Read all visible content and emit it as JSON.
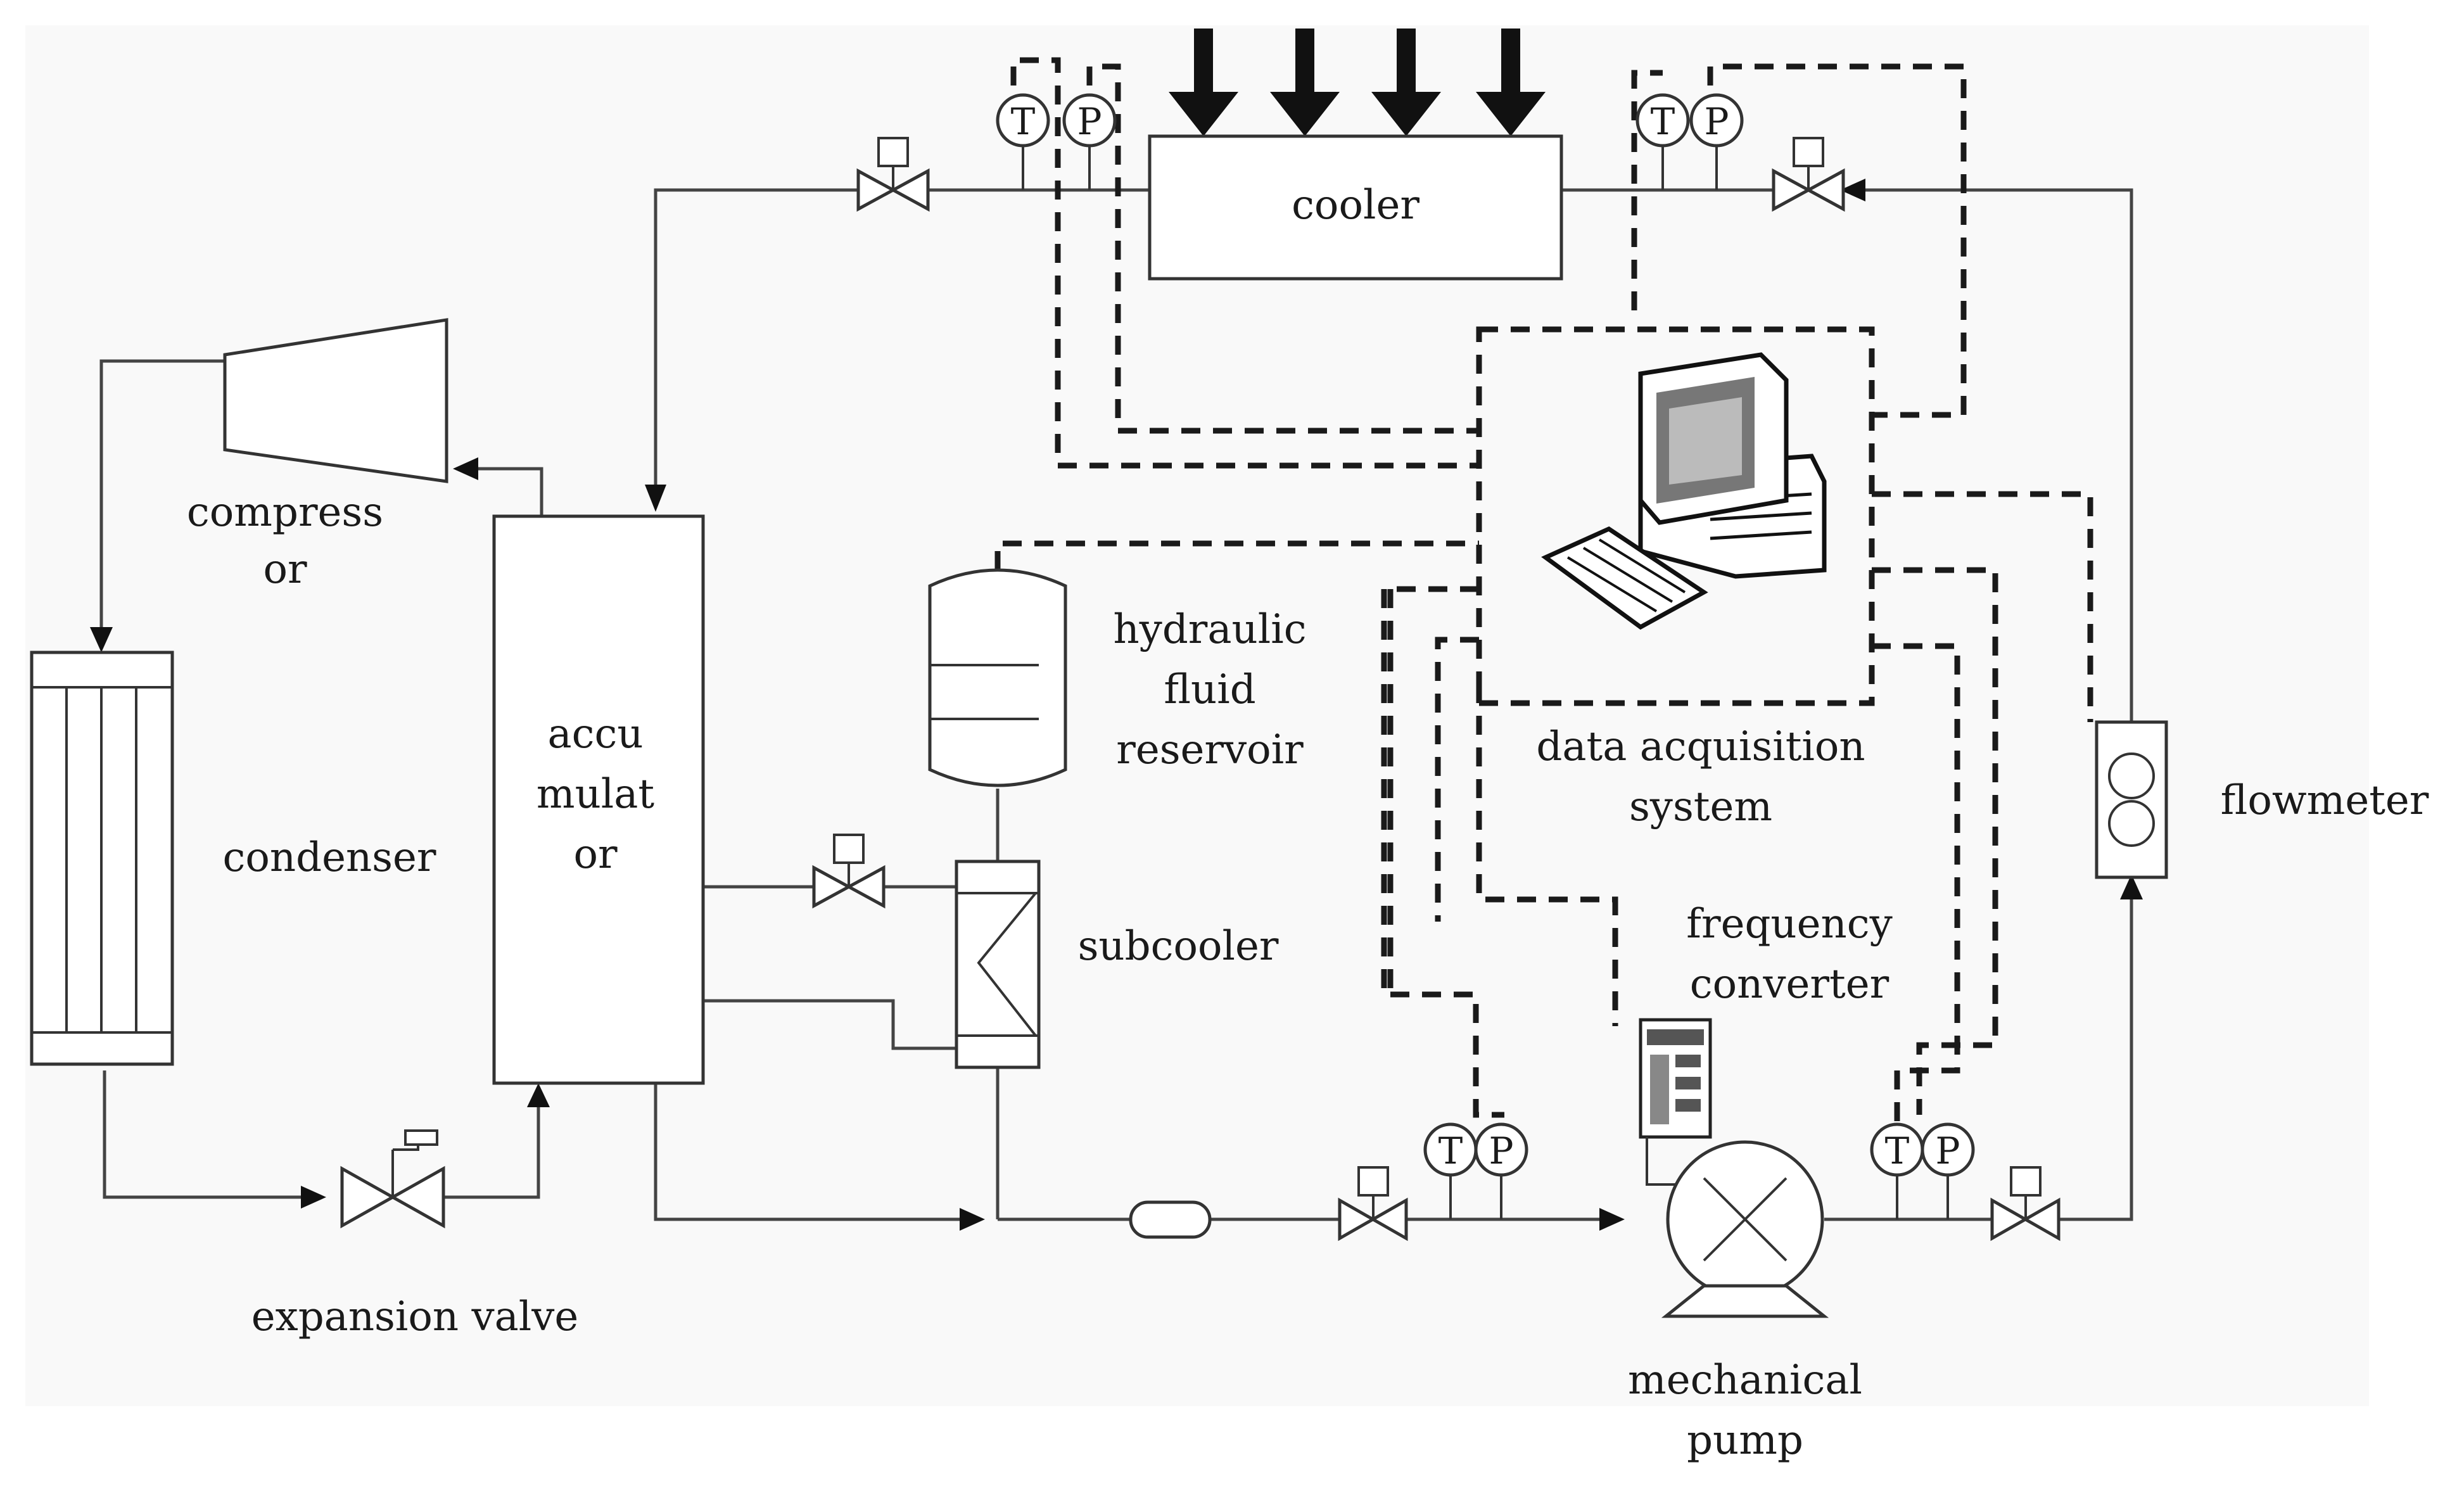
{
  "labels": {
    "cooler": "cooler",
    "compressor_1": "compress",
    "compressor_2": "or",
    "condenser": "condenser",
    "accumulator_1": "accu",
    "accumulator_2": "mulat",
    "accumulator_3": "or",
    "reservoir_1": "hydraulic",
    "reservoir_2": "fluid",
    "reservoir_3": "reservoir",
    "subcooler": "subcooler",
    "daq_1": "data acquisition",
    "daq_2": "system",
    "converter_1": "frequency",
    "converter_2": "converter",
    "flowmeter": "flowmeter",
    "expansion_valve": "expansion valve",
    "pump_1": "mechanical",
    "pump_2": "pump"
  },
  "sensors": {
    "temperature": "T",
    "pressure": "P"
  }
}
